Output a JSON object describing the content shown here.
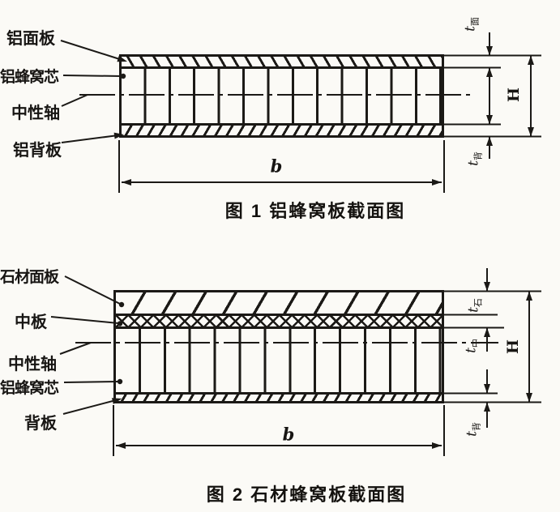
{
  "colors": {
    "ink": "#1b1916",
    "paper": "#fbfaf6"
  },
  "fig1": {
    "caption": "图 1  铝蜂窝板截面图",
    "labels": {
      "face": "铝面板",
      "core": "铝蜂窝芯",
      "axis": "中性轴",
      "back": "铝背板"
    },
    "dims": {
      "t_face": {
        "main": "t",
        "sub": "面"
      },
      "t_back": {
        "main": "t",
        "sub": "背"
      },
      "H": "H",
      "b": "b"
    }
  },
  "fig2": {
    "caption": "图 2  石材蜂窝板截面图",
    "labels": {
      "face": "石材面板",
      "mid": "中板",
      "axis": "中性轴",
      "core": "铝蜂窝芯",
      "back": "背板"
    },
    "dims": {
      "t_stone": {
        "main": "t",
        "sub": "石"
      },
      "t_mid": {
        "main": "t",
        "sub": "中"
      },
      "t_back": {
        "main": "t",
        "sub": "背"
      },
      "H": "H",
      "b": "b"
    }
  }
}
